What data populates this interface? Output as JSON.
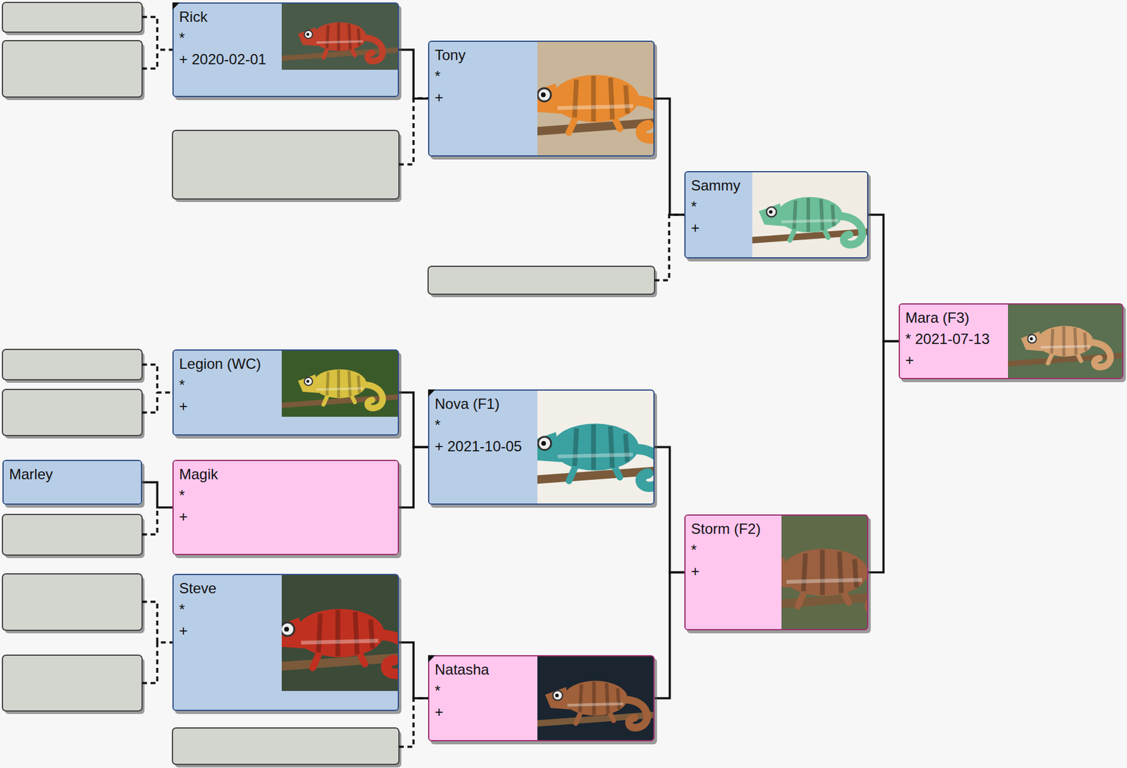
{
  "diagram": {
    "nodes": [
      {
        "text": [
          "Rick",
          "*",
          "+ 2020-02-01"
        ]
      },
      {
        "text": [
          "Tony",
          "*",
          "+"
        ]
      },
      {
        "text": [
          "Sammy",
          "*",
          "+"
        ]
      },
      {
        "text": [
          "Mara (F3)",
          "* 2021-07-13",
          "+"
        ]
      },
      {
        "text": [
          "Legion (WC)",
          "*",
          "+"
        ]
      },
      {
        "text": [
          "Nova (F1)",
          "*",
          "+ 2021-10-05"
        ]
      },
      {
        "text": [
          "Marley"
        ]
      },
      {
        "text": [
          "Magik",
          "*",
          "+"
        ]
      },
      {
        "text": [
          "Storm (F2)",
          "*",
          "+"
        ]
      },
      {
        "text": [
          "Steve",
          "*",
          "+"
        ]
      },
      {
        "text": [
          "Natasha",
          "*",
          "+"
        ]
      }
    ],
    "edges": [
      {
        "from": 0,
        "to": 1,
        "arrow": "none"
      },
      {
        "from": 1,
        "to": 2,
        "arrow": "none"
      },
      {
        "from": 2,
        "to": 3,
        "arrow": "none"
      },
      {
        "from": 8,
        "to": 3,
        "arrow": "none"
      },
      {
        "from": 4,
        "to": 5,
        "arrow": "none"
      },
      {
        "from": 7,
        "to": 5,
        "arrow": "none"
      },
      {
        "from": 6,
        "to": 7,
        "arrow": "none"
      },
      {
        "from": 5,
        "to": 8,
        "arrow": "none"
      },
      {
        "from": 10,
        "to": 8,
        "arrow": "none"
      },
      {
        "from": 9,
        "to": 10,
        "arrow": "none"
      }
    ]
  }
}
